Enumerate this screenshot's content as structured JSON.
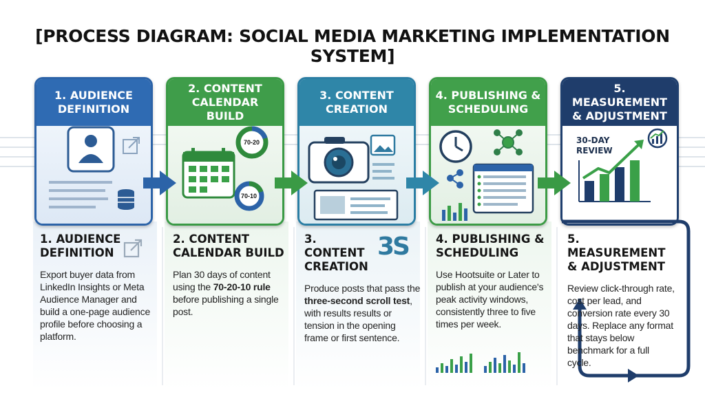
{
  "title": "[PROCESS DIAGRAM: SOCIAL MEDIA MARKETING IMPLEMENTATION SYSTEM]",
  "steps": [
    {
      "header": "1. AUDIENCE DEFINITION",
      "heading": "1. AUDIENCE DEFINITION",
      "description": "Export buyer data from LinkedIn Insights or Meta Audience Manager and build a one-page audience profile before choosing a platform."
    },
    {
      "header": "2. CONTENT CALENDAR BUILD",
      "heading": "2. CONTENT CALENDAR BUILD",
      "desc_before": "Plan 30 days of content using the ",
      "desc_bold": "70-20-10 rule",
      "desc_after": " before publishing a single post.",
      "ring_large": "70-20",
      "ring_small": "70-10"
    },
    {
      "header": "3. CONTENT CREATION",
      "heading": "3. CONTENT CREATION",
      "badge": "3S",
      "desc_before": "Produce posts that pass the ",
      "desc_bold": "three-second scroll test",
      "desc_after": ", with results results or tension in the opening frame or first sentence."
    },
    {
      "header": "4. PUBLISHING & SCHEDULING",
      "heading": "4. PUBLISHING & SCHEDULING",
      "description": "Use Hootsuite or Later to publish at your audience's peak activity windows, consistently three to five times per week."
    },
    {
      "header": "5. MEASUREMENT & ADJUSTMENT",
      "heading": "5. MEASUREMENT & ADJUSTMENT",
      "review_label": "30-DAY REVIEW",
      "description": "Review click-through rate, cost per lead, and conversion rate every 30 days. Replace any format that stays below benchmark for a full cycle."
    }
  ],
  "colors": {
    "blue": "#2f6bb3",
    "green": "#3f9d4a",
    "teal": "#2f86a8",
    "navy": "#1f3d6b"
  }
}
